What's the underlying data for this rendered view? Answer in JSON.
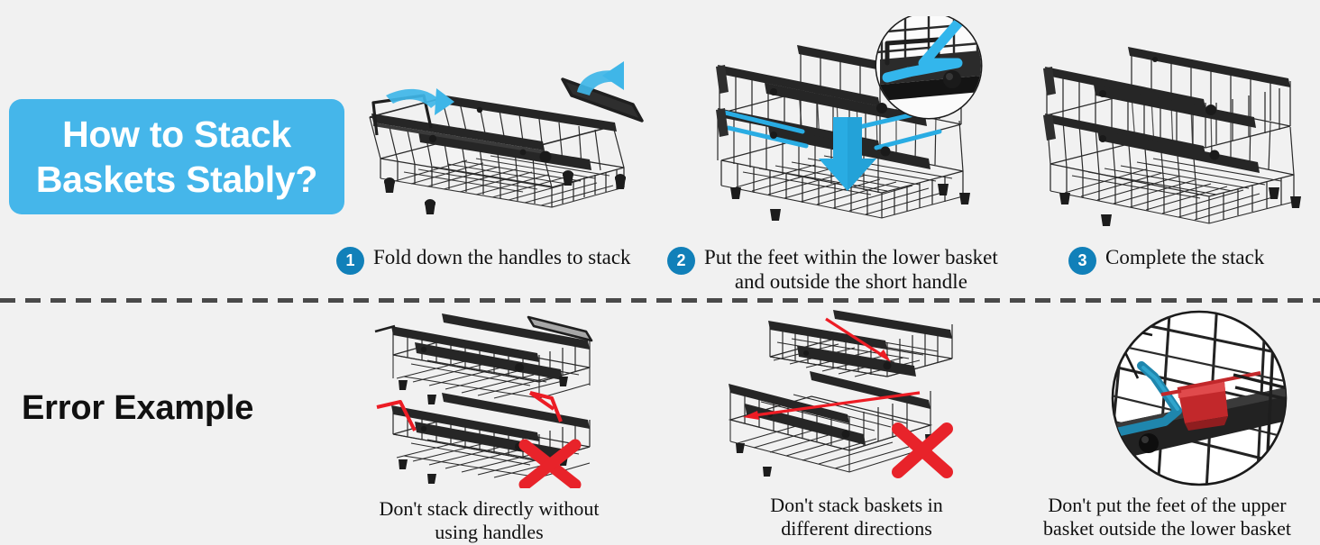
{
  "page": {
    "background_color": "#f1f1f1",
    "badge_color": "#45b6ea",
    "step_badge_color": "#1180b9",
    "error_accent_color": "#e8232a",
    "arrow_accent_color": "#29ace3",
    "divider_color": "#4a4a4a",
    "text_color": "#111111"
  },
  "title": {
    "line1": "How to Stack",
    "line2": "Baskets Stably?"
  },
  "error_section": {
    "label": "Error Example"
  },
  "steps": [
    {
      "number": "1",
      "caption": "Fold down the handles to stack",
      "illustration": "single-basket-with-folding-handles"
    },
    {
      "number": "2",
      "caption": "Put the feet within the lower basket\nand outside the short handle",
      "illustration": "two-baskets-stacking-with-down-arrow-and-magnifier"
    },
    {
      "number": "3",
      "caption": "Complete the stack",
      "illustration": "two-baskets-stacked-complete"
    }
  ],
  "errors": [
    {
      "caption": "Don't stack directly without\nusing handles",
      "illustration": "two-baskets-unfolded-handles-with-red-x"
    },
    {
      "caption": "Don't stack baskets in\ndifferent directions",
      "illustration": "two-baskets-opposite-directions-with-red-x"
    },
    {
      "caption": "Don't put the feet of the upper\nbasket outside the lower basket",
      "illustration": "magnified-foot-outside-lower-basket"
    }
  ]
}
